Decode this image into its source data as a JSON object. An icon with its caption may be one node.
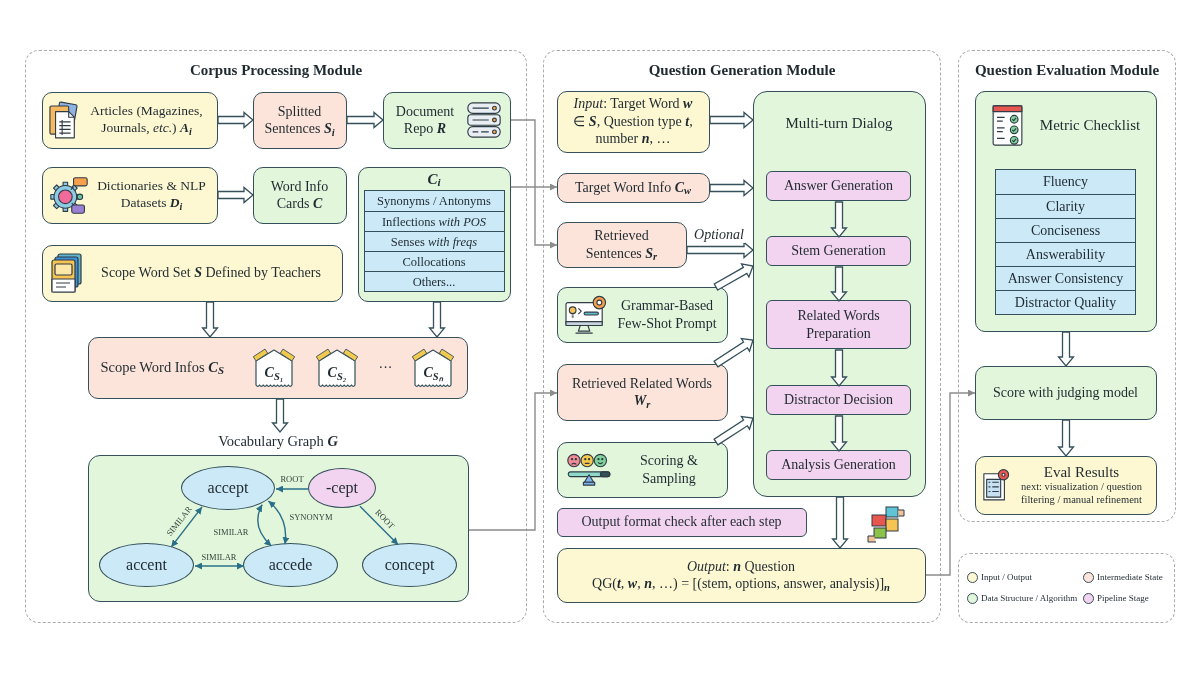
{
  "diagram": {
    "nodes": [
      {
        "text": [
          "Corpus Processing Module"
        ]
      },
      {
        "text": [
          "Articles (Magazines, Journals, *etc.*) **A**$_{i}$"
        ],
        "in": 0
      },
      {
        "text": [
          "Splitted Sentences **S**$_{i}$"
        ],
        "in": 0
      },
      {
        "text": [
          "Document Repo **R**"
        ],
        "in": 0
      },
      {
        "text": [
          "Dictionaries & NLP Datasets **D**$_{i}$"
        ],
        "in": 0
      },
      {
        "text": [
          "Word Info Cards **C**"
        ],
        "in": 0
      },
      {
        "text": [
          "**C**$_{i}$",
          "Synonyms / Antonyms",
          "Inflections *with POS*",
          "Senses *with freqs*",
          "Collocations",
          "Others..."
        ],
        "in": 0
      },
      {
        "text": [
          "Scope Word Set **S** Defined by Teachers"
        ],
        "in": 0
      },
      {
        "text": [
          "Scope Word Infos **C**$_{S}$",
          "···"
        ],
        "in": 0
      },
      {
        "text": [
          "**C**$_{S₁}$"
        ],
        "in": 8
      },
      {
        "text": [
          "**C**$_{S₂}$"
        ],
        "in": 8
      },
      {
        "text": [
          "**C**$_{Sₙ}$"
        ],
        "in": 8
      },
      {
        "text": [
          "Vocabulary Graph **G**"
        ],
        "in": 0
      },
      {
        "text": [
          "accept"
        ],
        "in": 12
      },
      {
        "text": [
          "-cept"
        ],
        "in": 12
      },
      {
        "text": [
          "accent"
        ],
        "in": 12
      },
      {
        "text": [
          "accede"
        ],
        "in": 12
      },
      {
        "text": [
          "concept"
        ],
        "in": 12
      },
      {
        "text": [
          "Question Generation Module"
        ]
      },
      {
        "text": [
          "*Input*: Target Word **w** ∈ **S**, Question type **t**, number **n**, …"
        ],
        "in": 18
      },
      {
        "text": [
          "Target Word Info **C**$_{w}$"
        ],
        "in": 18
      },
      {
        "text": [
          "Retrieved Sentences **S**$_{r}$"
        ],
        "in": 18
      },
      {
        "text": [
          "Grammar-Based Few-Shot Prompt"
        ],
        "in": 18
      },
      {
        "text": [
          "Retrieved Related Words **W**$_{r}$"
        ],
        "in": 18
      },
      {
        "text": [
          "Scoring & Sampling"
        ],
        "in": 18
      },
      {
        "text": [
          "Multi-turn Dialog"
        ],
        "in": 18
      },
      {
        "text": [
          "Answer Generation"
        ],
        "in": 25
      },
      {
        "text": [
          "Stem Generation"
        ],
        "in": 25
      },
      {
        "text": [
          "Related Words Preparation"
        ],
        "in": 25
      },
      {
        "text": [
          "Distractor Decision"
        ],
        "in": 25
      },
      {
        "text": [
          "Analysis Generation"
        ],
        "in": 25
      },
      {
        "text": [
          "Output format check after each step"
        ],
        "in": 18
      },
      {
        "text": [
          "*Output*: **n** Question",
          "QG(**t**, **w**, **n**, …) = [(stem, options, answer, analysis)]$_{n}$"
        ],
        "in": 18
      },
      {
        "text": [
          "Question Evaluation Module"
        ]
      },
      {
        "text": [
          "Metric Checklist",
          "Fluency",
          "Clarity",
          "Conciseness",
          "Answerability",
          "Answer Consistency",
          "Distractor Quality"
        ],
        "in": 33
      },
      {
        "text": [
          "Score with judging model"
        ],
        "in": 33
      },
      {
        "text": [
          "Eval Results",
          "next: visualization / question filtering / manual refinement"
        ],
        "in": 33
      }
    ],
    "edges": [
      {
        "from": 1,
        "to": 2,
        "arrow": "to"
      },
      {
        "from": 2,
        "to": 3,
        "arrow": "to"
      },
      {
        "from": 4,
        "to": 5,
        "arrow": "to"
      },
      {
        "from": 3,
        "to": 21,
        "arrow": "to",
        "color": "#8c8c8c"
      },
      {
        "from": 6,
        "to": 20,
        "arrow": "to",
        "color": "#8c8c8c"
      },
      {
        "from": 7,
        "to": 8,
        "arrow": "to"
      },
      {
        "from": 6,
        "to": 8,
        "arrow": "to"
      },
      {
        "from": 8,
        "to": 12,
        "arrow": "to"
      },
      {
        "from": 14,
        "to": 13,
        "arrow": "to",
        "label": "ROOT",
        "color": "#2a7088"
      },
      {
        "from": 13,
        "to": 15,
        "arrow": "both",
        "label": "SIMILAR",
        "color": "#2a7088"
      },
      {
        "from": 15,
        "to": 16,
        "arrow": "both",
        "label": "SIMILAR",
        "color": "#2a7088"
      },
      {
        "from": 13,
        "to": 16,
        "arrow": "both",
        "label": "SIMILAR",
        "color": "#2a7088"
      },
      {
        "from": 13,
        "to": 16,
        "arrow": "both",
        "label": "SYNONYM",
        "color": "#2a7088"
      },
      {
        "from": 14,
        "to": 17,
        "arrow": "to",
        "label": "ROOT",
        "color": "#2a7088"
      },
      {
        "from": 12,
        "to": 23,
        "arrow": "to",
        "color": "#8c8c8c"
      },
      {
        "from": 19,
        "to": 25,
        "arrow": "to"
      },
      {
        "from": 20,
        "to": 25,
        "arrow": "to"
      },
      {
        "from": 21,
        "to": 25,
        "arrow": "to",
        "label": "Optional"
      },
      {
        "from": 22,
        "to": 25,
        "arrow": "to"
      },
      {
        "from": 23,
        "to": 25,
        "arrow": "to"
      },
      {
        "from": 24,
        "to": 25,
        "arrow": "to"
      },
      {
        "from": 26,
        "to": 27,
        "arrow": "to"
      },
      {
        "from": 27,
        "to": 28,
        "arrow": "to"
      },
      {
        "from": 28,
        "to": 29,
        "arrow": "to"
      },
      {
        "from": 29,
        "to": 30,
        "arrow": "to"
      },
      {
        "from": 25,
        "to": 32,
        "arrow": "to"
      },
      {
        "from": 32,
        "to": 35,
        "arrow": "to",
        "color": "#8c8c8c"
      },
      {
        "from": 34,
        "to": 35,
        "arrow": "to"
      },
      {
        "from": 35,
        "to": 36,
        "arrow": "to"
      }
    ],
    "legend": [
      {
        "text": "Input / Output",
        "color": "#fdf8d2"
      },
      {
        "text": "Intermediate State",
        "color": "#fde4da"
      },
      {
        "text": "Data Structure / Algorithm",
        "color": "#e2f6dc"
      },
      {
        "text": "Pipeline Stage",
        "color": "#f2d3f0"
      }
    ]
  }
}
